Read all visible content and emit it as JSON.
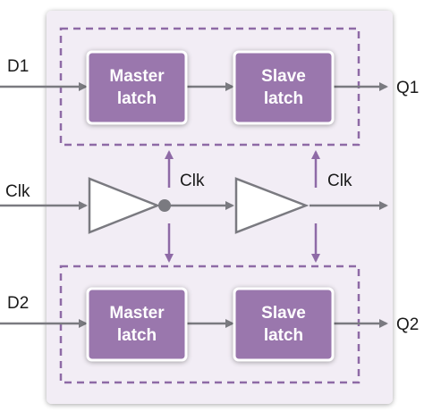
{
  "diagram": {
    "colors": {
      "panel_fill": "#f2edf5",
      "panel_edge": "#ffffff",
      "latch_fill": "#9a77ad",
      "dashed_border": "#8e6aa6",
      "wire": "#7a7a80",
      "vertical_arrow": "#8e6aa6"
    },
    "inputs": {
      "d1": "D1",
      "clk": "Clk",
      "d2": "D2"
    },
    "outputs": {
      "q1": "Q1",
      "q2": "Q2"
    },
    "clock_taps": {
      "tap1": "Clk",
      "tap2": "Clk"
    },
    "top_group": {
      "master": {
        "line1": "Master",
        "line2": "latch"
      },
      "slave": {
        "line1": "Slave",
        "line2": "latch"
      }
    },
    "bottom_group": {
      "master": {
        "line1": "Master",
        "line2": "latch"
      },
      "slave": {
        "line1": "Slave",
        "line2": "latch"
      }
    }
  }
}
